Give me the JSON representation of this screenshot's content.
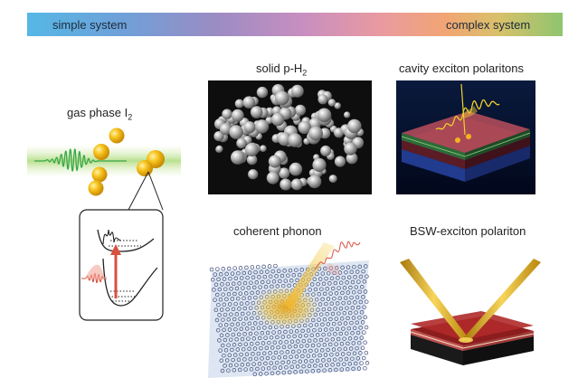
{
  "scale_bar": {
    "left_label": "simple system",
    "right_label": "complex system"
  },
  "systems": {
    "gas_phase": {
      "label_main": "gas phase I",
      "label_sub": "2"
    },
    "solid_ph2": {
      "label_main": "solid p-H",
      "label_sub": "2"
    },
    "cavity": {
      "label": "cavity exciton polaritons"
    },
    "phonon": {
      "label": "coherent phonon"
    },
    "bsw": {
      "label": "BSW-exciton polariton"
    }
  },
  "colors": {
    "gas_band": "#bfe39a",
    "pulse_green": "#3aa64a",
    "pulse_red": "#d9503f",
    "atom_gold": "#f2b51c",
    "beam_gold": "#d8b21e",
    "panel_dark": "#111111"
  }
}
